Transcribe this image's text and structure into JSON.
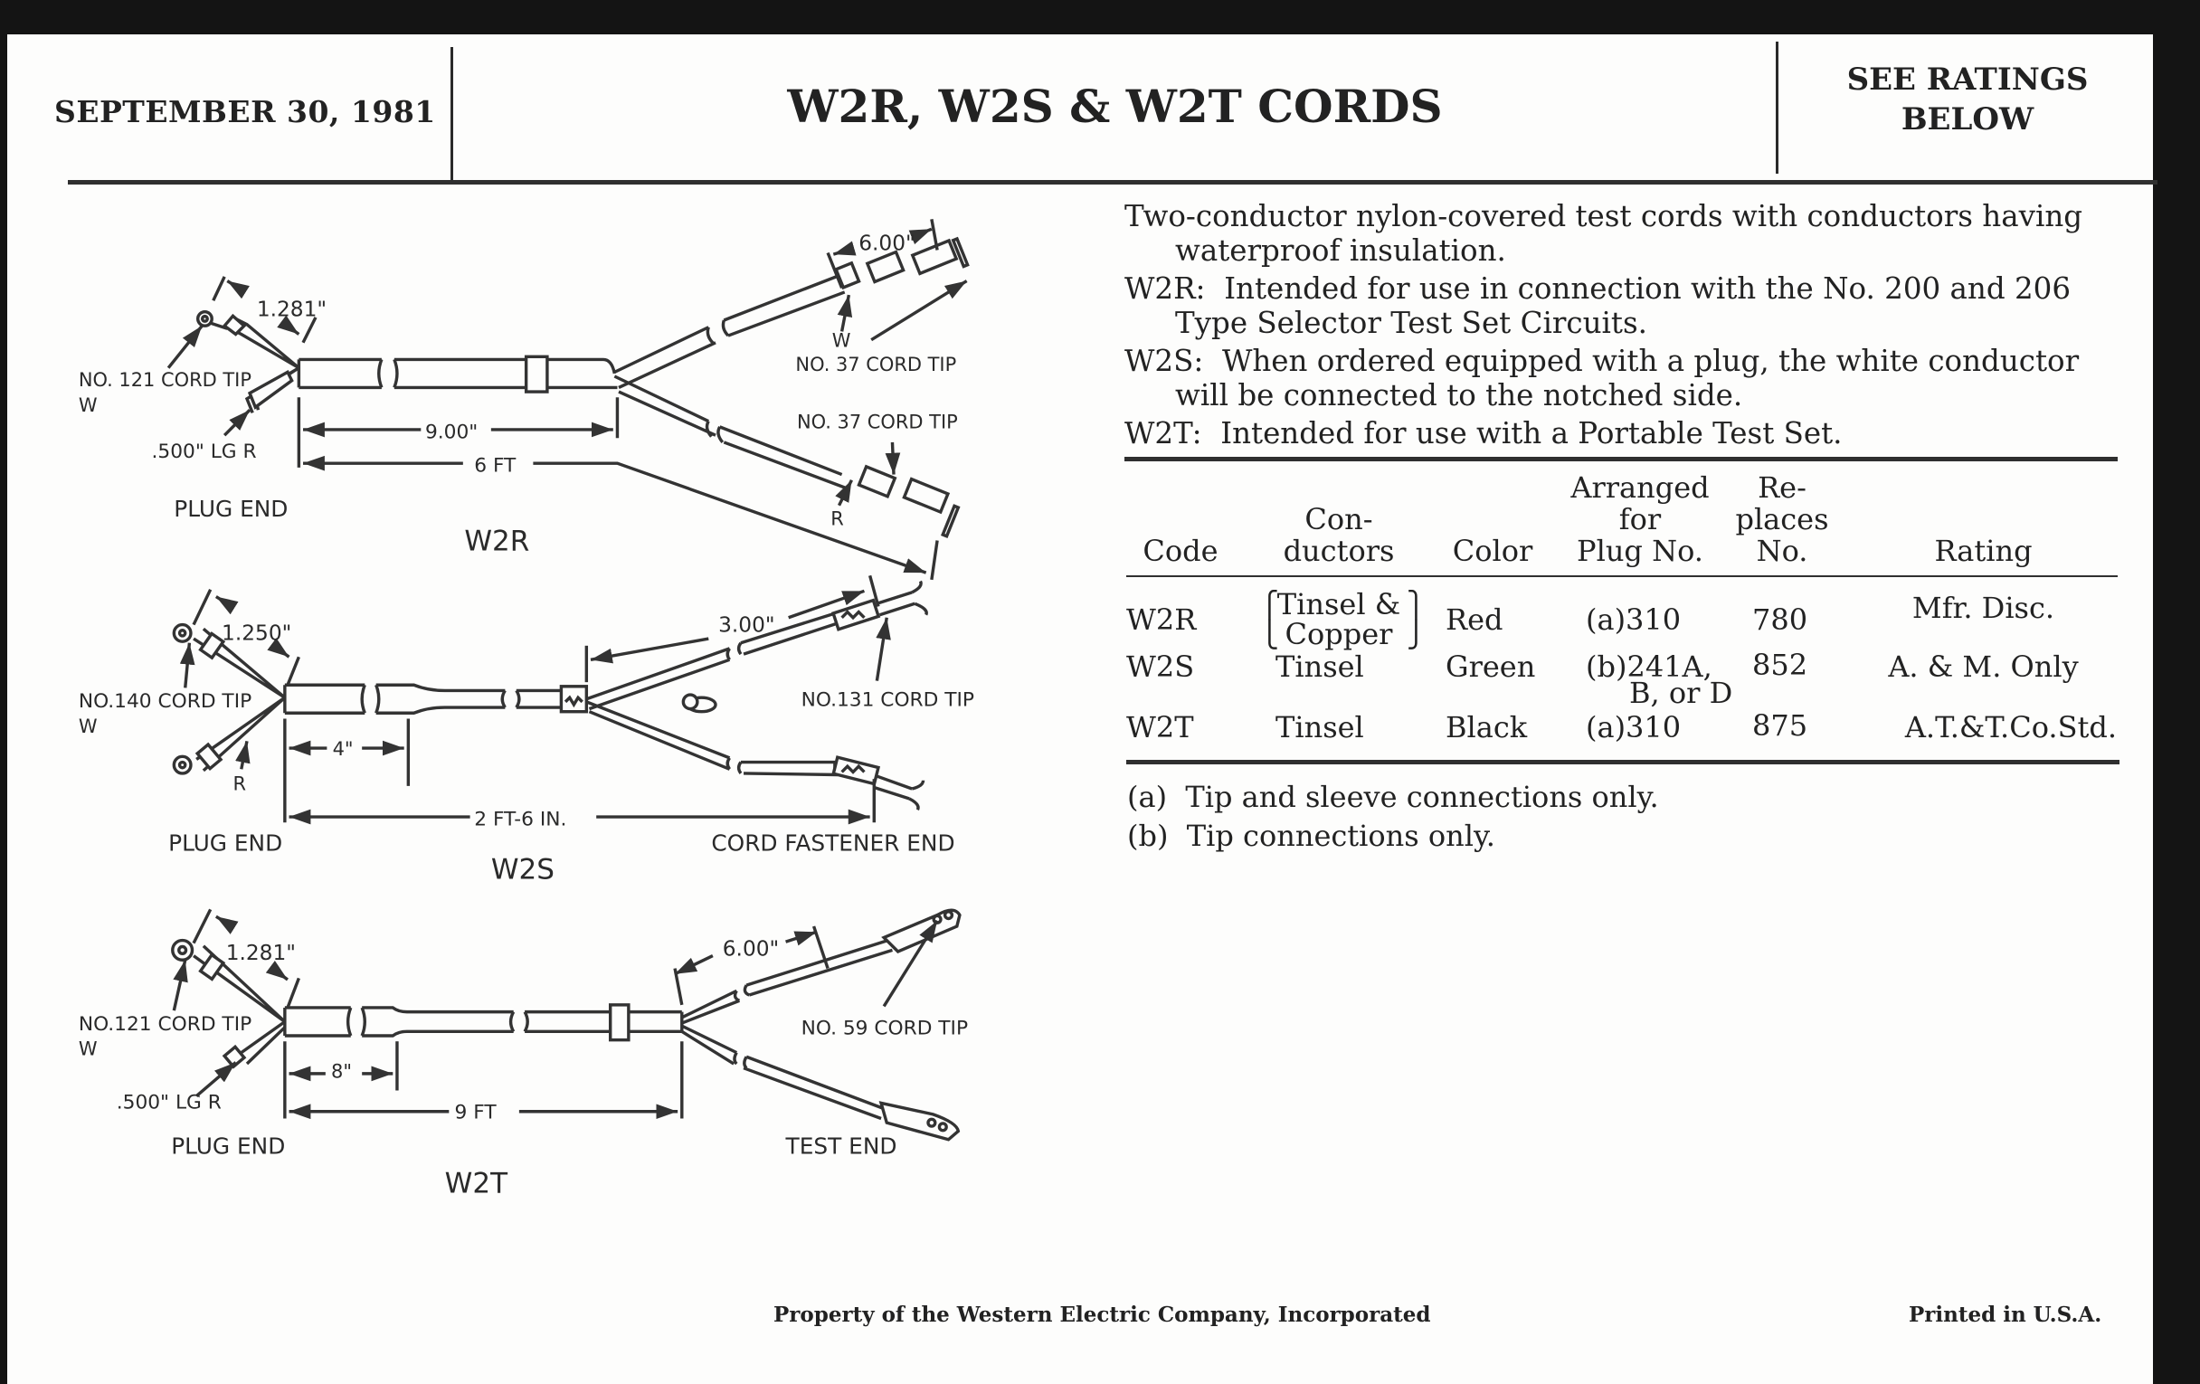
{
  "header": {
    "date": "SEPTEMBER 30, 1981",
    "title": "W2R, W2S & W2T CORDS",
    "ratings_note": [
      "SEE RATINGS",
      "BELOW"
    ]
  },
  "description": [
    {
      "lead": "",
      "text": "Two-conductor nylon-covered test cords with conductors having waterproof insulation."
    },
    {
      "lead": "W2R:",
      "text": "Intended for use in connection with the No. 200 and 206 Type Selector Test Set Circuits."
    },
    {
      "lead": "W2S:",
      "text": "When ordered equipped with a plug, the white conductor will be connected to the notched side."
    },
    {
      "lead": "W2T:",
      "text": "Intended for use with a Portable Test Set."
    }
  ],
  "table": {
    "headers": {
      "code": [
        "Code"
      ],
      "conductors": [
        "Con-",
        "ductors"
      ],
      "color": [
        "Color"
      ],
      "plug": [
        "Arranged",
        "for",
        "Plug No."
      ],
      "replaces": [
        "Re-",
        "places",
        "No."
      ],
      "rating": [
        "Rating"
      ]
    },
    "rows": [
      {
        "code": "W2R",
        "conductors": [
          "Tinsel &",
          "Copper"
        ],
        "color": "Red",
        "plug": [
          "(a)310"
        ],
        "replaces": "780",
        "rating": "Mfr. Disc."
      },
      {
        "code": "W2S",
        "conductors": [
          "Tinsel"
        ],
        "color": "Green",
        "plug": [
          "(b)241A,",
          "B, or D"
        ],
        "replaces": "852",
        "rating": "A. & M. Only"
      },
      {
        "code": "W2T",
        "conductors": [
          "Tinsel"
        ],
        "color": "Black",
        "plug": [
          "(a)310"
        ],
        "replaces": "875",
        "rating": "A.T.&T.Co.Std."
      }
    ]
  },
  "notes": [
    "(a)  Tip and sleeve connections only.",
    "(b)  Tip connections only."
  ],
  "diagrams": {
    "w2r": {
      "name": "W2R",
      "tip_length": "1.281\"",
      "plug_tip": "NO. 121 CORD TIP",
      "plug_tip_conductor": "W",
      "short_conductor": ".500\" LG R",
      "plug_end": "PLUG END",
      "sleeve_length": "9.00\"",
      "overall_length": "6 FT",
      "branch_length": "6.00\"",
      "w_label": "W",
      "r_label": "R",
      "tip_upper": "NO. 37 CORD TIP",
      "tip_lower": "NO. 37 CORD TIP"
    },
    "w2s": {
      "name": "W2S",
      "tip_length": "1.250\"",
      "plug_tip": "NO.140 CORD TIP",
      "plug_tip_conductor": "W",
      "r_label": "R",
      "sleeve_length": "4\"",
      "overall_length": "2 FT-6 IN.",
      "branch_length": "3.00\"",
      "far_tip": "NO.131 CORD TIP",
      "plug_end": "PLUG END",
      "far_end": "CORD FASTENER END"
    },
    "w2t": {
      "name": "W2T",
      "tip_length": "1.281\"",
      "plug_tip": "NO.121 CORD TIP",
      "plug_tip_conductor": "W",
      "short_conductor": ".500\" LG R",
      "sleeve_length": "8\"",
      "overall_length": "9 FT",
      "branch_length": "6.00\"",
      "far_tip": "NO. 59 CORD TIP",
      "plug_end": "PLUG END",
      "far_end": "TEST END"
    }
  },
  "footer": {
    "property": "Property of the Western Electric Company, Incorporated",
    "printed": "Printed in U.S.A."
  }
}
